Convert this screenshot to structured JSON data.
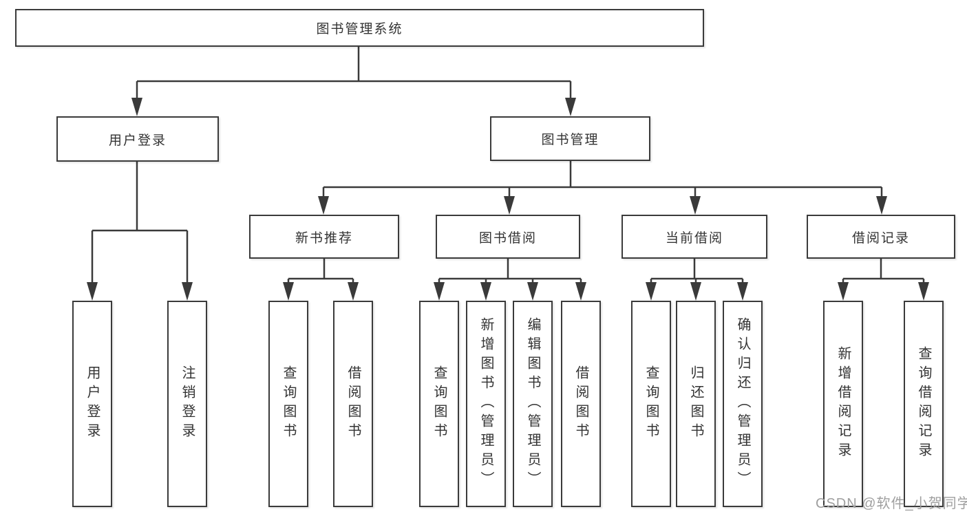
{
  "tree": {
    "label": "图书管理系统",
    "children": [
      {
        "label": "用户登录",
        "children": [
          {
            "label": "用户登录"
          },
          {
            "label": "注销登录"
          }
        ]
      },
      {
        "label": "图书管理",
        "children": [
          {
            "label": "新书推荐",
            "children": [
              {
                "label": "查询图书"
              },
              {
                "label": "借阅图书"
              }
            ]
          },
          {
            "label": "图书借阅",
            "children": [
              {
                "label": "查询图书"
              },
              {
                "label": "新增图书（管理员）"
              },
              {
                "label": "编辑图书（管理员）"
              },
              {
                "label": "借阅图书"
              }
            ]
          },
          {
            "label": "当前借阅",
            "children": [
              {
                "label": "查询图书"
              },
              {
                "label": "归还图书"
              },
              {
                "label": "确认归还（管理员）"
              }
            ]
          },
          {
            "label": "借阅记录",
            "children": [
              {
                "label": "新增借阅记录"
              },
              {
                "label": "查询借阅记录"
              }
            ]
          }
        ]
      }
    ]
  },
  "watermark": {
    "text": "CSDN @软件_小贺同学"
  },
  "colors": {
    "line": "#3a3a3a",
    "box_border": "#3a3a3a",
    "text": "#333333",
    "watermark": "#9f9f9f",
    "background": "#ffffff"
  }
}
